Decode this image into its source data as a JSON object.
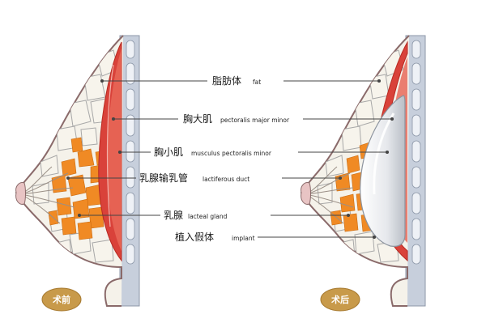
{
  "labels": [
    {
      "zh": "脂肪体",
      "en": "fat"
    },
    {
      "zh": "胸大肌",
      "en": "pectoralis major minor"
    },
    {
      "zh": "胸小肌",
      "en": "musculus pectoralis minor"
    },
    {
      "zh": "乳腺输乳管",
      "en": "lactiferous duct"
    },
    {
      "zh": "乳腺",
      "en": "lacteal gland"
    },
    {
      "zh": "植入假体",
      "en": "implant"
    }
  ],
  "badges": {
    "before": "术前",
    "after": "术后"
  },
  "colors": {
    "skin": "#f2dede",
    "fat": "#f5f2ea",
    "fat_outline": "#a8a8a8",
    "gland": "#f08a24",
    "muscle": "#d9423a",
    "muscle_edge": "#b82a22",
    "wall": "#bcc6d6",
    "implant": "#e9ebee",
    "badge": "#c89a4a"
  }
}
